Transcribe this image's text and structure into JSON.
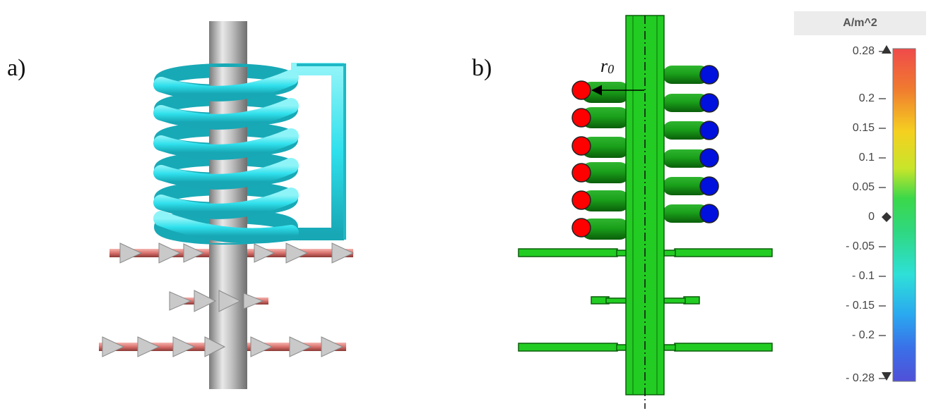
{
  "panels": {
    "a_label": "a)",
    "b_label": "b)",
    "r0_symbol": "r",
    "r0_subscript": "0"
  },
  "legend": {
    "unit": "A/m^2",
    "ticks": [
      "0.28",
      "0.2",
      "0.15",
      "0.1",
      "0.05",
      "0",
      "- 0.05",
      "- 0.1",
      "- 0.15",
      "- 0.2",
      "- 0.28"
    ]
  },
  "colors": {
    "coil_cyan": "#35e3ee",
    "shaft_green": "#22cc22",
    "pos_red": "#ff0000",
    "neg_blue": "#0010dd",
    "arrow_gray": "#bdbdbd",
    "disk_red": "#d9706c"
  }
}
